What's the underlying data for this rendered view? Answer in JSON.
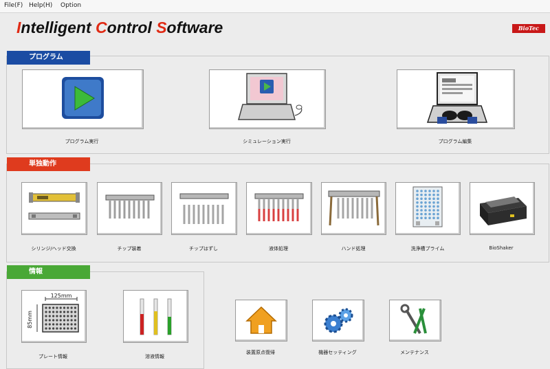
{
  "menu": {
    "file": "File(F)",
    "help": "Help(H)",
    "option": "Option"
  },
  "app_title": {
    "i": "I",
    "ntelligent": "ntelligent ",
    "c": "C",
    "ontrol": "ontrol ",
    "s": "S",
    "oftware": "oftware"
  },
  "logo_text": "BioTec",
  "colors": {
    "program_tab": "#1b4ca3",
    "single_tab": "#df3b1e",
    "info_tab": "#49a836",
    "title_accent": "#e02a14"
  },
  "program": {
    "tab_label": "プログラム",
    "buttons": [
      {
        "label": "プログラム実行",
        "icon": "play-icon"
      },
      {
        "label": "シミュレーション実行",
        "icon": "laptop-play-icon"
      },
      {
        "label": "プログラム編集",
        "icon": "laptop-typing-icon"
      }
    ]
  },
  "single": {
    "tab_label": "単独動作",
    "buttons": [
      {
        "label": "シリンジ/ヘッド交換",
        "icon": "syringe-head-icon"
      },
      {
        "label": "チップ装着",
        "icon": "tip-attach-icon"
      },
      {
        "label": "チップはずし",
        "icon": "tip-remove-icon"
      },
      {
        "label": "液体処理",
        "icon": "liquid-handling-icon"
      },
      {
        "label": "ハンド処理",
        "icon": "hand-handling-icon"
      },
      {
        "label": "洗浄槽プライム",
        "icon": "wash-prime-icon"
      },
      {
        "label": "BioShaker",
        "icon": "bioshaker-icon"
      }
    ]
  },
  "info": {
    "tab_label": "情報",
    "buttons": [
      {
        "label": "プレート情報",
        "icon": "plate-icon",
        "width_text": "125mm",
        "height_text": "85mm"
      },
      {
        "label": "溶液情報",
        "icon": "tubes-icon"
      }
    ]
  },
  "misc": {
    "buttons": [
      {
        "label": "装置原点復帰",
        "icon": "home-icon"
      },
      {
        "label": "機器セッティング",
        "icon": "gears-icon"
      },
      {
        "label": "メンテナンス",
        "icon": "tools-icon"
      }
    ]
  }
}
